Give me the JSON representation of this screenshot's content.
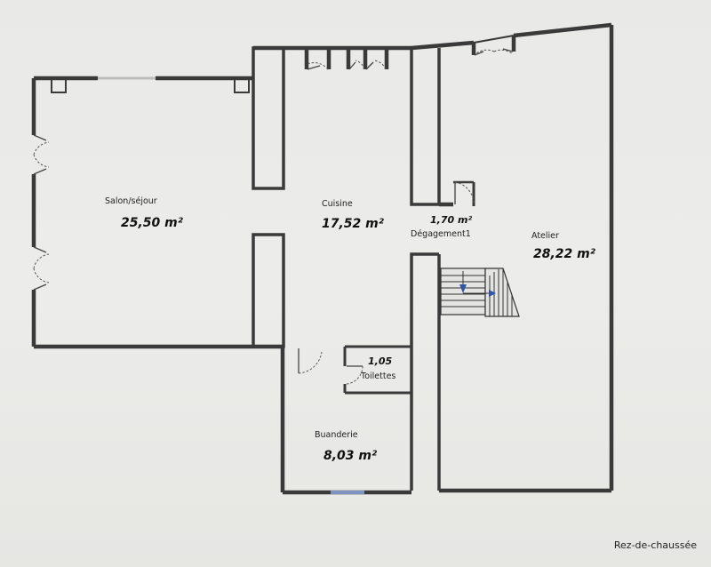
{
  "rooms": {
    "salon": {
      "name": "Salon/séjour",
      "area": "25,50 m²"
    },
    "cuisine": {
      "name": "Cuisine",
      "area": "17,52 m²"
    },
    "degagement": {
      "name": "Dégagement1",
      "area": "1,70 m²"
    },
    "atelier": {
      "name": "Atelier",
      "area": "28,22 m²"
    },
    "toilettes": {
      "name": "Toilettes",
      "area": "1,05"
    },
    "buanderie": {
      "name": "Buanderie",
      "area": "8,03 m²"
    }
  },
  "caption": "Rez-de-chaussée",
  "colors": {
    "wall": "#3a3a3a",
    "paper": "#ebebe9",
    "stair_arrow": "#2f55a4",
    "window": "#7f93c2"
  }
}
